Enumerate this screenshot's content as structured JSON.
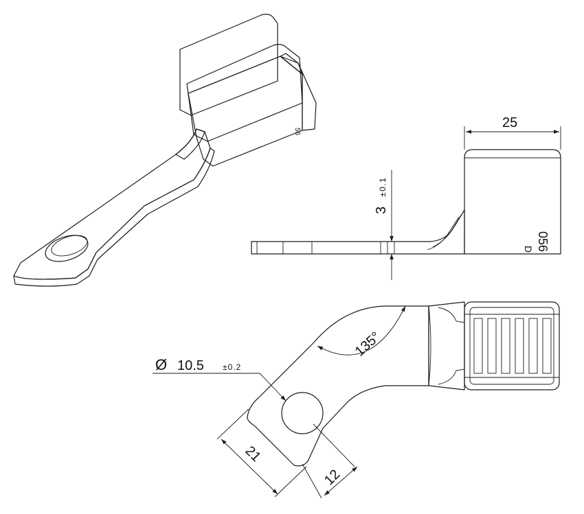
{
  "drawing": {
    "views": [
      "isometric-3d",
      "side-elevation",
      "top-plan"
    ],
    "colors": {
      "line": "#1a1a1a",
      "face_light": "#f1f1f1",
      "face_mid": "#d6d6d6",
      "face_dark": "#9a9a9a"
    },
    "dimensions": {
      "width_top": "25",
      "thickness": "3",
      "thickness_tol": "±0.1",
      "angle": "135°",
      "hole_dia_symbol": "Ø",
      "hole_dia": "10.5",
      "hole_dia_tol": "±0.2",
      "length": "21",
      "tab_width": "12"
    },
    "marking": {
      "side_text": "056",
      "side_prefix": "D",
      "iso_mark": "56"
    }
  }
}
